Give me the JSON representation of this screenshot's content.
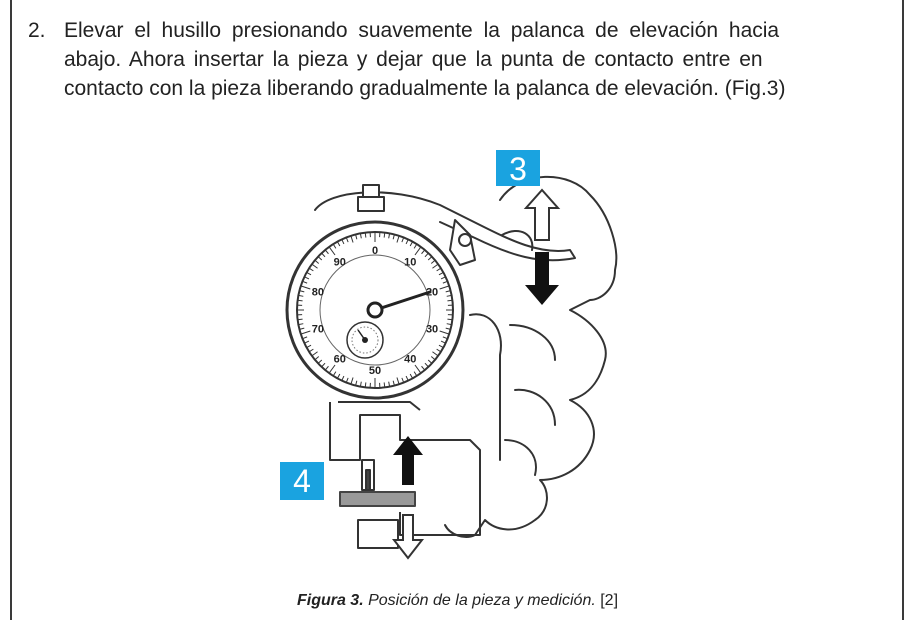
{
  "step": {
    "number": "2.",
    "line1": "Elevar el husillo presionando suavemente la palanca de elevación hacia",
    "line2": "abajo. Ahora insertar la pieza y dejar que la punta de contacto entre en",
    "line3": "contacto con la pieza liberando gradualmente la palanca de elevación. (Fig.3)"
  },
  "figure": {
    "badge_3": "3",
    "badge_4": "4",
    "badge_color": "#1aa3e0",
    "dial_numbers": [
      "0",
      "10",
      "20",
      "30",
      "40",
      "50",
      "60",
      "70",
      "80",
      "90"
    ]
  },
  "caption": {
    "label": "Figura 3.",
    "text": " Posición de la pieza y medición.",
    "ref": " [2]"
  }
}
